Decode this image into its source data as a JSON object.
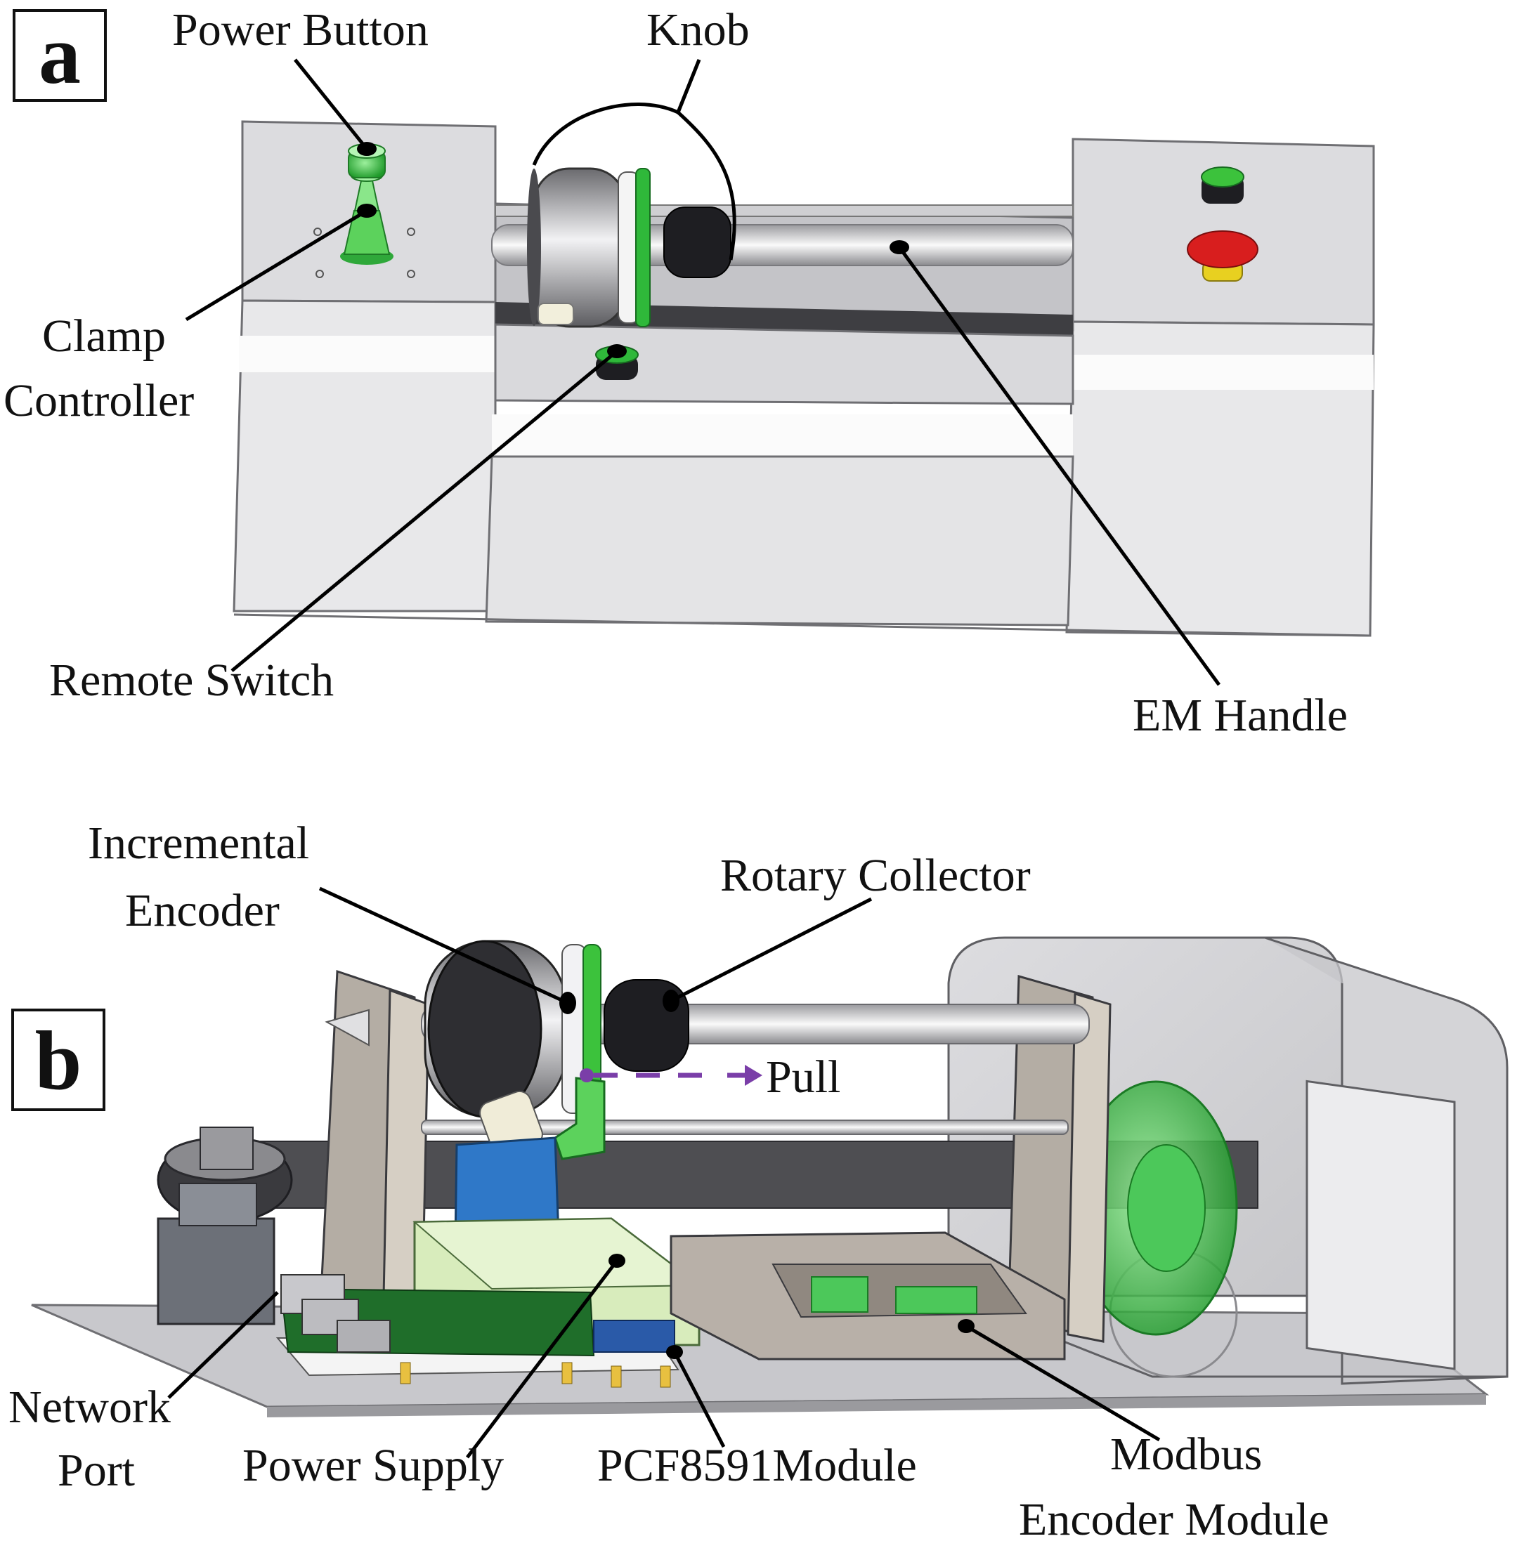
{
  "panel_a": {
    "letter": "a",
    "labels": {
      "power_button": "Power Button",
      "knob": "Knob",
      "clamp_controller_line1": "Clamp",
      "clamp_controller_line2": "Controller",
      "remote_switch": "Remote Switch",
      "em_handle": "EM Handle"
    }
  },
  "panel_b": {
    "letter": "b",
    "labels": {
      "incremental_encoder_line1": "Incremental",
      "incremental_encoder_line2": "Encoder",
      "rotary_collector": "Rotary Collector",
      "pull": "Pull",
      "network_port_line1": "Network",
      "network_port_line2": "Port",
      "power_supply": "Power Supply",
      "pcf8591_module": "PCF8591Module",
      "modbus_line1": "Modbus",
      "modbus_line2": "Encoder Module"
    }
  },
  "colors": {
    "housing": "#e4e4e6",
    "housing_edge": "#8e8e92",
    "green": "#3cc23c",
    "red_button": "#d81e1e",
    "yellow_ring": "#e8d020",
    "blue_block": "#2f78c8",
    "pcb_green": "#1f6e2a",
    "arrow_purple": "#7a3ea8"
  }
}
